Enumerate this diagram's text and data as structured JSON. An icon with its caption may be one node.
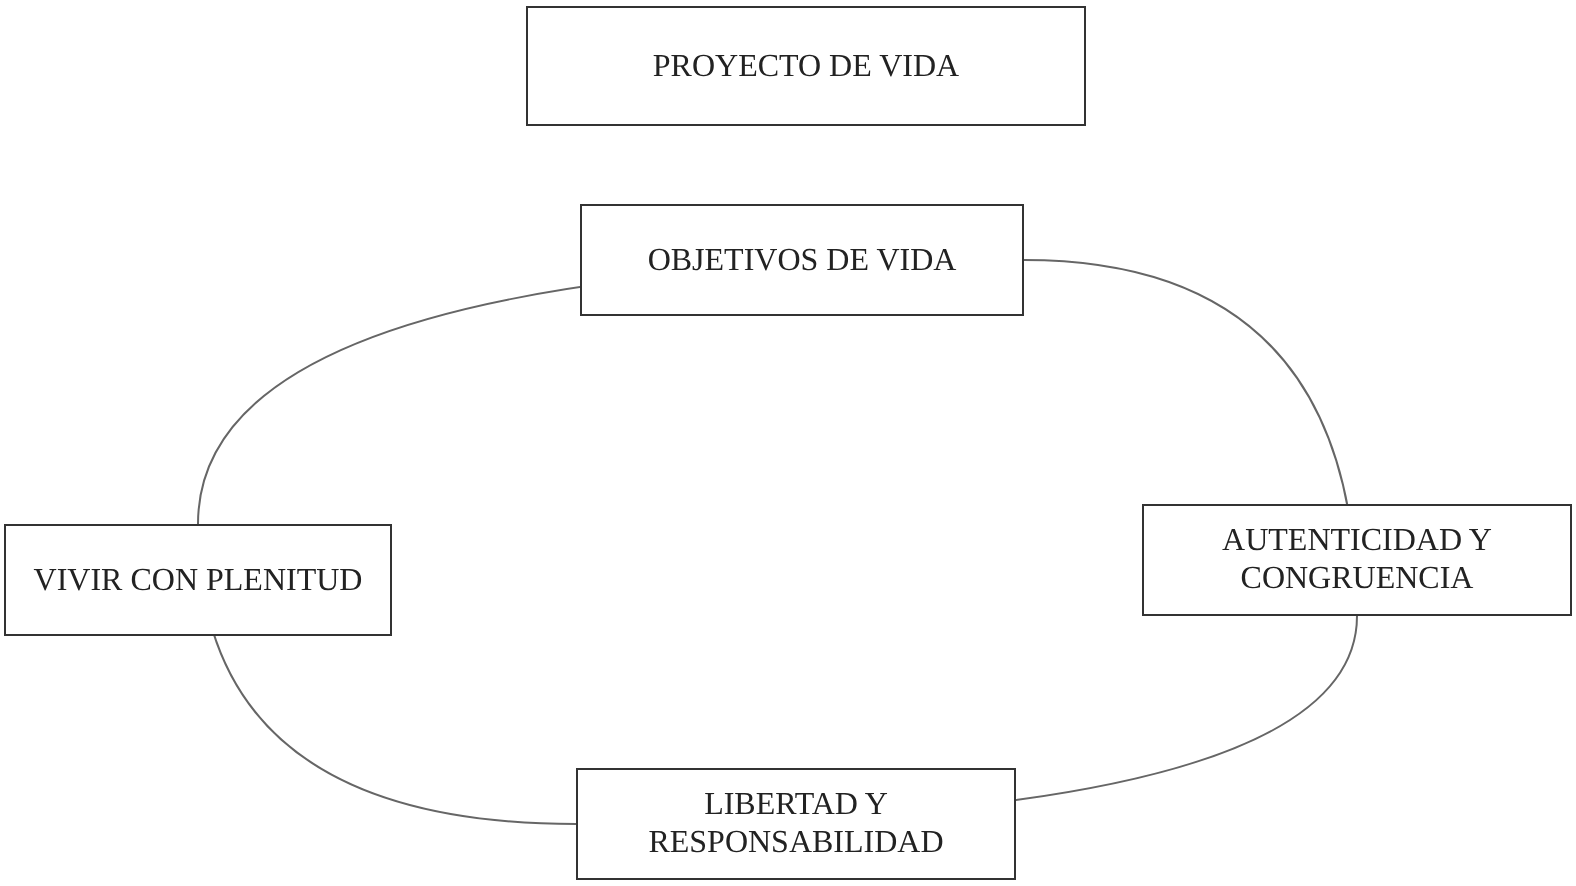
{
  "diagram": {
    "nodes": [
      {
        "text": [
          "PROYECTO DE VIDA"
        ]
      },
      {
        "text": [
          "OBJETIVOS DE VIDA"
        ]
      },
      {
        "text": [
          "AUTENTICIDAD Y CONGRUENCIA"
        ]
      },
      {
        "text": [
          "LIBERTAD Y RESPONSABILIDAD"
        ]
      },
      {
        "text": [
          "VIVIR CON PLENITUD"
        ]
      }
    ],
    "edges": [
      {
        "from": 1,
        "to": 2,
        "arrow": "none"
      },
      {
        "from": 2,
        "to": 3,
        "arrow": "none"
      },
      {
        "from": 3,
        "to": 4,
        "arrow": "none"
      },
      {
        "from": 4,
        "to": 1,
        "arrow": "none"
      }
    ]
  }
}
